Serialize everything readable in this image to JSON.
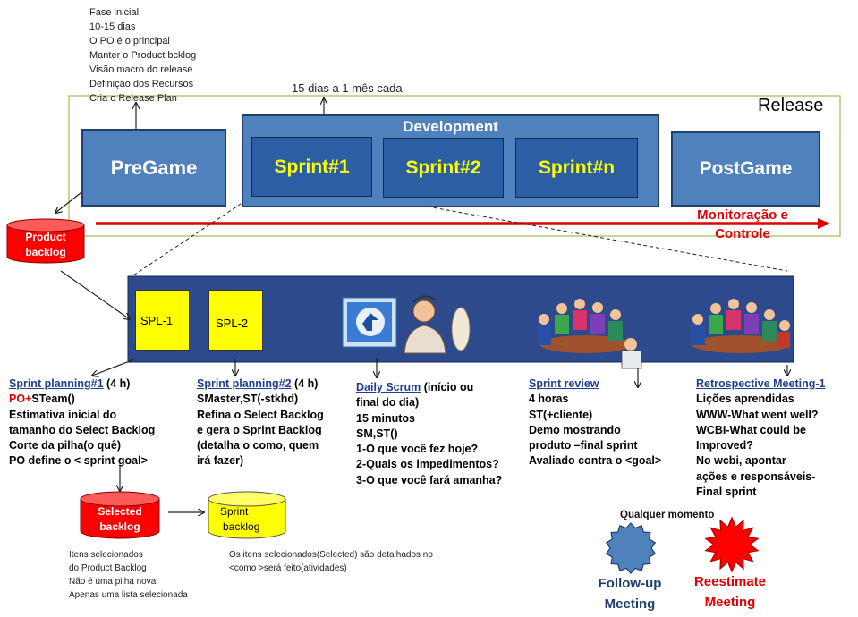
{
  "pregame_notes": [
    "Fase inicial",
    "10-15 dias",
    "O PO é o principal",
    "Manter o Product bcklog",
    "Visão  macro do release",
    "Definição dos Recursos",
    "Cria o Release Plan"
  ],
  "sprint_duration": "15 dias a 1 mês cada",
  "release_label": "Release",
  "pregame_label": "PreGame",
  "development_label": "Development",
  "sprints": [
    "Sprint#1",
    "Sprint#2",
    "Sprint#n"
  ],
  "postgame_label": "PostGame",
  "monitoring": [
    "Monitoração e",
    "Controle"
  ],
  "product_backlog": [
    "Product",
    "backlog"
  ],
  "spl1": "SPL-1",
  "spl2": "SPL-2",
  "sprint_planning_1": {
    "title": "Sprint planning#1",
    "duration": " (4 h)",
    "po_prefix": "PO+",
    "po_rest": "STeam()",
    "lines": [
      "Estimativa inicial do",
      " tamanho do Select Backlog",
      "Corte da pilha(o quê)",
      "PO define o < sprint goal>"
    ]
  },
  "sprint_planning_2": {
    "title": "Sprint planning#2",
    "duration": " (4 h)",
    "lines": [
      "SMaster,ST(-stkhd)",
      "Refina  o Select Backlog",
      " e gera o Sprint Backlog",
      "(detalha o como, quem",
      "irá fazer)"
    ]
  },
  "daily_scrum": {
    "title": "Daily Scrum",
    "title_suffix": " (início ou",
    "lines": [
      " final do dia)",
      "15 minutos",
      "SM,ST()",
      "1-O que você fez hoje?",
      "2-Quais os impedimentos?",
      "3-O que você fará amanha?"
    ]
  },
  "sprint_review": {
    "title": "Sprint  review",
    "lines": [
      "4 horas",
      "ST(+cliente)",
      "Demo mostrando",
      "produto –final sprint",
      "Avaliado contra o <goal>"
    ]
  },
  "retrospective": {
    "title": "Retrospective Meeting-1",
    "lines": [
      "Lições aprendidas",
      "WWW-What went well?",
      "WCBI-What could be",
      "Improved?",
      "No wcbi, apontar",
      "ações e responsáveis-",
      "Final sprint"
    ]
  },
  "selected_backlog": [
    "Selected",
    "backlog"
  ],
  "sprint_backlog": [
    "Sprint",
    "backlog"
  ],
  "selected_notes": [
    "Itens selecionados",
    "do Product Backlog",
    "Não é uma  pilha nova",
    "Apenas uma lista selecionada"
  ],
  "sprint_backlog_notes": [
    "Os itens selecionados(Selected) são detalhados no",
    "<como >será feito(atividades)"
  ],
  "anytime_label": "Qualquer momento",
  "followup": [
    "Follow-up",
    "Meeting"
  ],
  "reestimate": [
    "Reestimate",
    "Meeting"
  ],
  "colors": {
    "box_blue": "#4f81bd",
    "sprint_blue": "#2c5ea3",
    "band": "#2c4a8c",
    "arrow_red": "#e00000",
    "release_green": "#9bbb59",
    "sprint_yellow": "#ffff00",
    "cylinder_red": "#ff0000",
    "star_blue": "#4f81bd",
    "star_red": "#ff0000"
  },
  "icons": [
    "computer-person-icon",
    "meeting-people-icon",
    "retrospective-people-icon"
  ]
}
